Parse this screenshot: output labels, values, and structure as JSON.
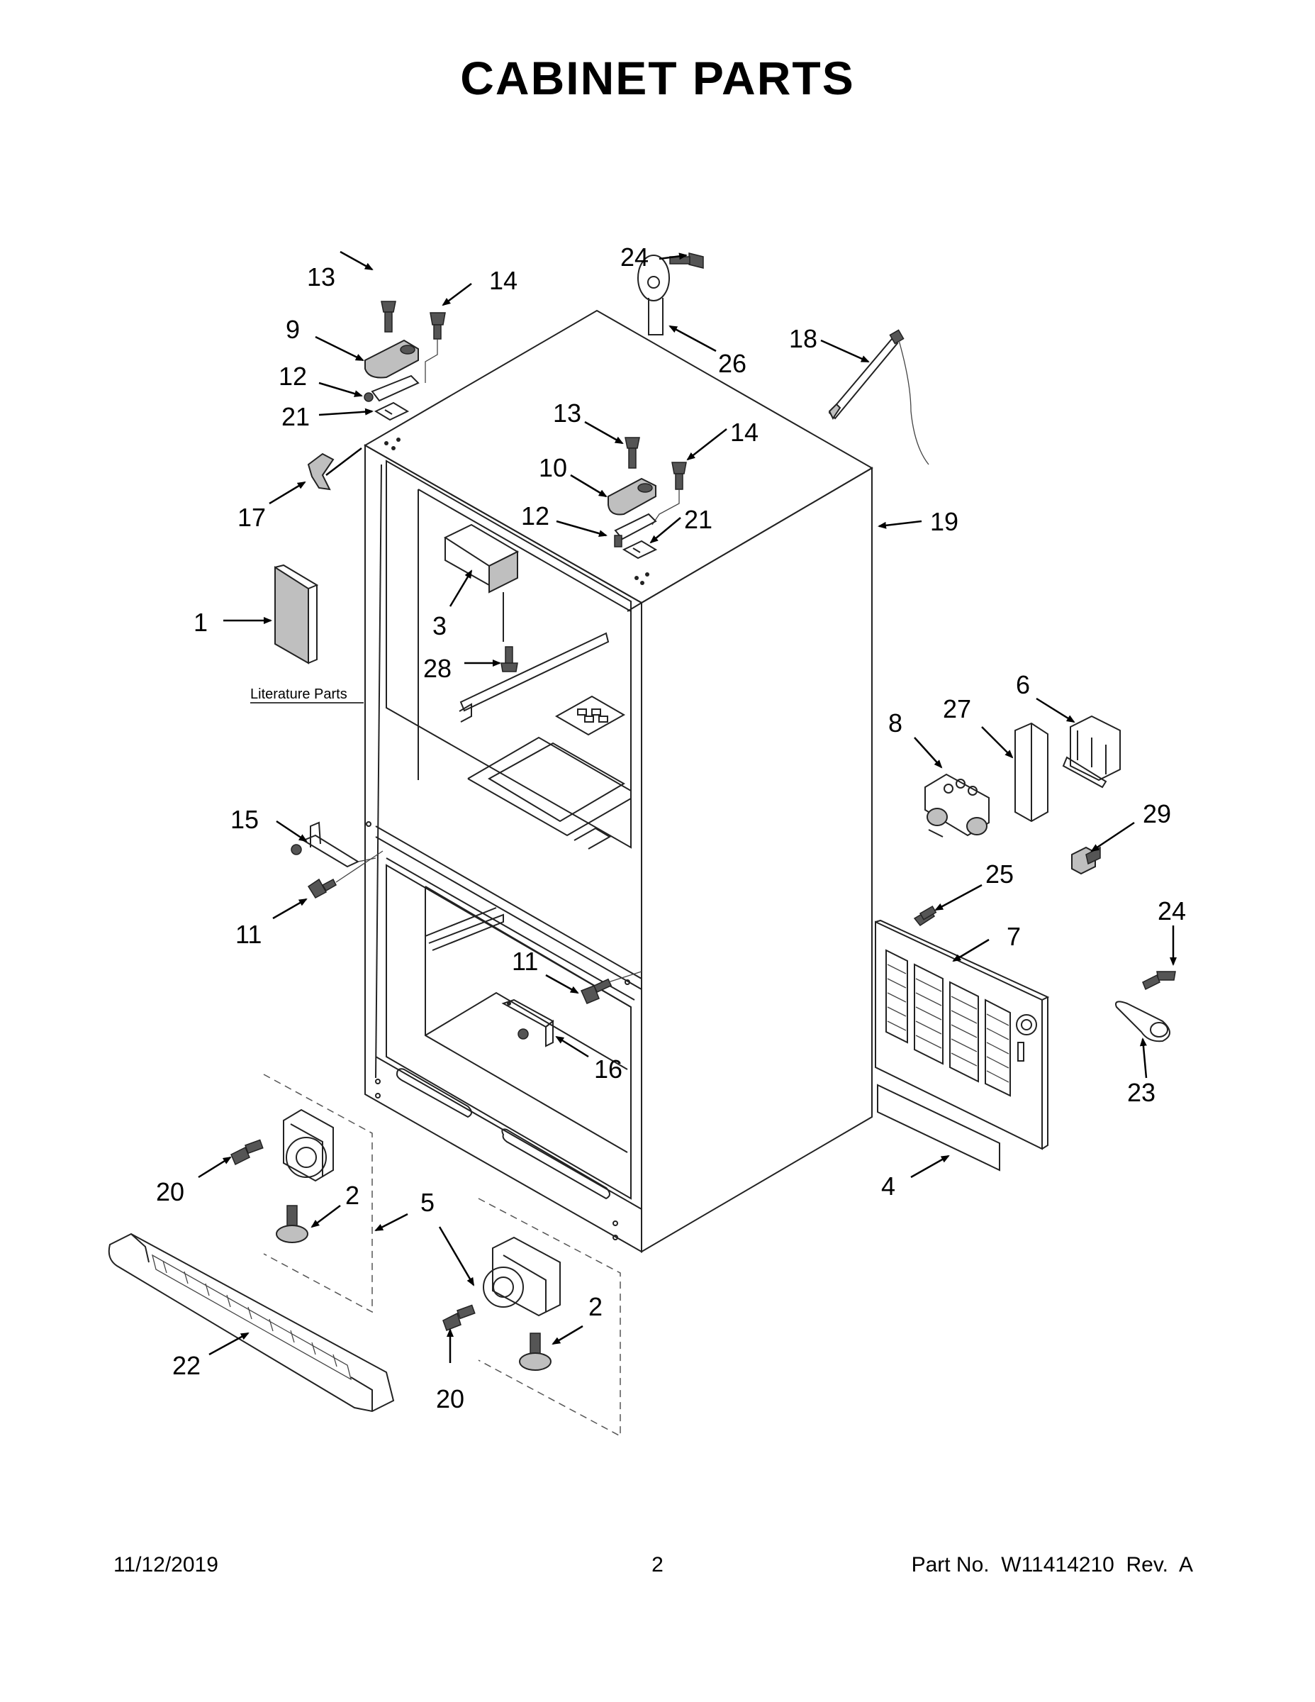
{
  "title": "CABINET PARTS",
  "literature_label": "Literature Parts",
  "callouts": [
    "1",
    "2",
    "3",
    "4",
    "5",
    "6",
    "7",
    "8",
    "9",
    "10",
    "11",
    "12",
    "13",
    "14",
    "15",
    "16",
    "17",
    "18",
    "19",
    "20",
    "21",
    "22",
    "23",
    "24",
    "25",
    "26",
    "27",
    "28",
    "29"
  ],
  "footer": {
    "date": "11/12/2019",
    "page": "2",
    "part_no": "Part No.  W11414210  Rev.  A"
  }
}
